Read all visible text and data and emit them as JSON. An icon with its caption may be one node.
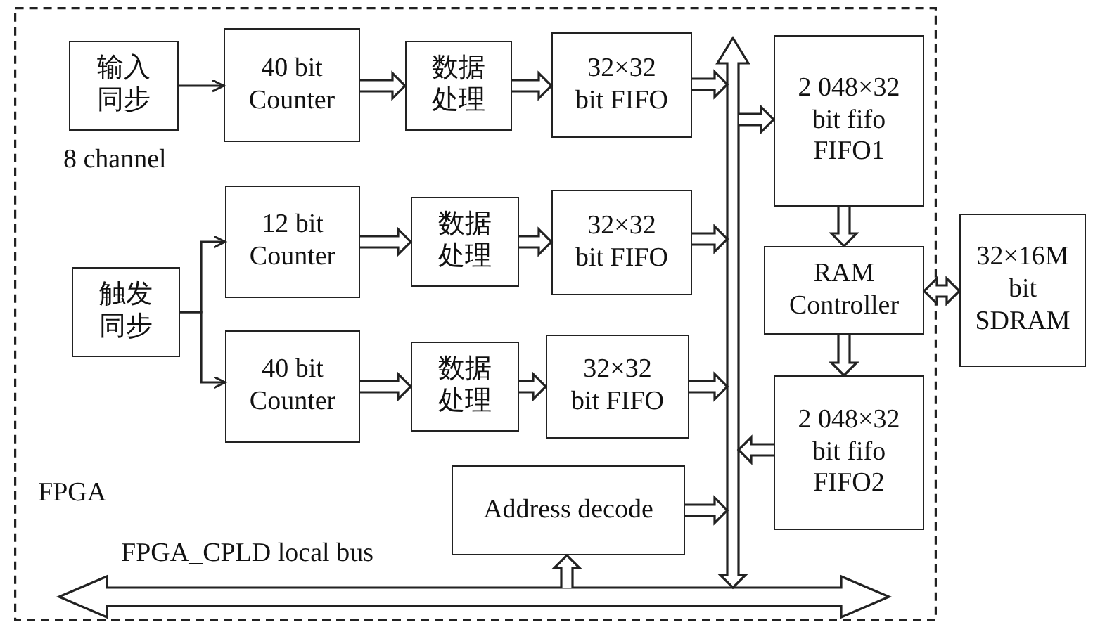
{
  "diagram": {
    "nodes": [
      {
        "text": [
          "FPGA"
        ]
      },
      {
        "text": [
          "输入同步"
        ],
        "beside": [
          "8 channel"
        ],
        "in": 0
      },
      {
        "text": [
          "40 bit Counter"
        ],
        "in": 0
      },
      {
        "text": [
          "数据处理"
        ],
        "in": 0
      },
      {
        "text": [
          "32×32 bit FIFO"
        ],
        "in": 0
      },
      {
        "text": [
          "触发同步"
        ],
        "in": 0
      },
      {
        "text": [
          "12 bit Counter"
        ],
        "in": 0
      },
      {
        "text": [
          "数据处理"
        ],
        "in": 0
      },
      {
        "text": [
          "32×32 bit FIFO"
        ],
        "in": 0
      },
      {
        "text": [
          "40 bit Counter"
        ],
        "in": 0
      },
      {
        "text": [
          "数据处理"
        ],
        "in": 0
      },
      {
        "text": [
          "32×32 bit FIFO"
        ],
        "in": 0
      },
      {
        "text": [
          "Address decode"
        ],
        "in": 0
      },
      {
        "text": [],
        "shape": "bar",
        "in": 0
      },
      {
        "text": [
          "2 048×32 bit fifo FIFO1"
        ],
        "in": 0
      },
      {
        "text": [
          "RAM Controller"
        ],
        "in": 0
      },
      {
        "text": [
          "2 048×32 bit fifo FIFO2"
        ],
        "in": 0
      },
      {
        "text": [],
        "shape": "bar",
        "beside": [
          "FPGA_CPLD local bus"
        ],
        "in": 0
      },
      {
        "text": [
          "32×16M bit SDRAM"
        ]
      }
    ],
    "edges": [
      {
        "from": 1,
        "to": 2,
        "arrow": "to"
      },
      {
        "from": 2,
        "to": 3,
        "arrow": "to",
        "style": "thick"
      },
      {
        "from": 3,
        "to": 4,
        "arrow": "to",
        "style": "thick"
      },
      {
        "from": 4,
        "to": 13,
        "arrow": "to",
        "style": "thick"
      },
      {
        "from": 5,
        "to": 6,
        "arrow": "to"
      },
      {
        "from": 5,
        "to": 9,
        "arrow": "to"
      },
      {
        "from": 6,
        "to": 7,
        "arrow": "to",
        "style": "thick"
      },
      {
        "from": 7,
        "to": 8,
        "arrow": "to",
        "style": "thick"
      },
      {
        "from": 8,
        "to": 13,
        "arrow": "to",
        "style": "thick"
      },
      {
        "from": 9,
        "to": 10,
        "arrow": "to",
        "style": "thick"
      },
      {
        "from": 10,
        "to": 11,
        "arrow": "to",
        "style": "thick"
      },
      {
        "from": 11,
        "to": 13,
        "arrow": "to",
        "style": "thick"
      },
      {
        "from": 12,
        "to": 13,
        "arrow": "to",
        "style": "thick"
      },
      {
        "from": 13,
        "to": 14,
        "arrow": "to",
        "style": "thick"
      },
      {
        "from": 14,
        "to": 15,
        "arrow": "to",
        "style": "thick"
      },
      {
        "from": 15,
        "to": 18,
        "arrow": "both",
        "style": "thick"
      },
      {
        "from": 15,
        "to": 16,
        "arrow": "to",
        "style": "thick"
      },
      {
        "from": 16,
        "to": 13,
        "arrow": "to",
        "style": "thick"
      },
      {
        "from": 17,
        "to": 12,
        "arrow": "to",
        "style": "thick"
      },
      {
        "from": 13,
        "to": 17,
        "arrow": "to",
        "style": "thick"
      }
    ]
  }
}
